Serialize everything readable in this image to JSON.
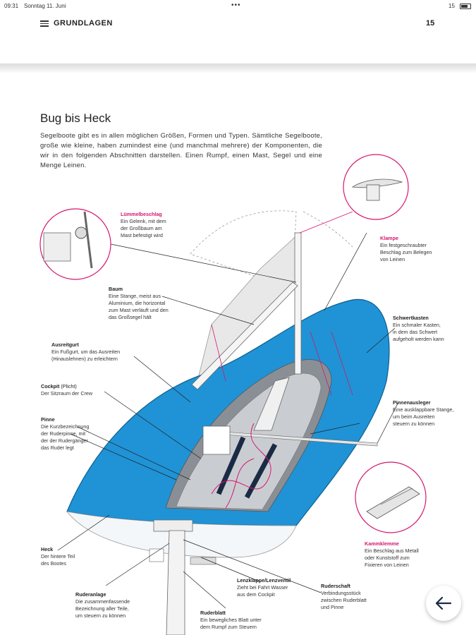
{
  "status": {
    "time": "09:31",
    "date": "Sonntag 11. Juni",
    "dots": "•••",
    "battery": "15"
  },
  "header": {
    "chapter": "GRUNDLAGEN",
    "page": "15"
  },
  "section": {
    "title": "Bug bis Heck",
    "intro": "Segelboote gibt es in allen möglichen Größen, Formen und Typen. Sämtliche Segelboote, große wie kleine, haben zumindest eine (und manchmal mehrere) der Komponenten, die wir in den folgenden Abschnitten darstellen. Einen Rumpf, einen Mast, Segel und eine Menge Leinen."
  },
  "colors": {
    "hull_blue": "#1f93d6",
    "accent_pink": "#d6176e"
  },
  "labels": {
    "luemmel": {
      "title": "Lümmelbeschlag",
      "desc": [
        "Ein Gelenk, mit dem",
        "der Großbaum am",
        "Mast befestigt wird"
      ]
    },
    "baum": {
      "title": "Baum",
      "desc": [
        "Eine Stange, meist aus",
        "Aluminium, die horizontal",
        "zum Mast verläuft und den",
        "das Großsegel hält"
      ]
    },
    "ausreitgurt": {
      "title": "Ausreitgurt",
      "desc": [
        "Ein Fußgurt, um das Ausreiten",
        "(Hinauslehnen) zu erleichtern"
      ]
    },
    "cockpit": {
      "title": "Cockpit",
      "title_extra": "(Plicht)",
      "desc": [
        "Der Sitzraum der Crew"
      ]
    },
    "pinne": {
      "title": "Pinne",
      "desc": [
        "Die Kurzbezeichnung",
        "der Ruderpinne, mit",
        "der der Rudergänger",
        "das Ruder legt"
      ]
    },
    "heck": {
      "title": "Heck",
      "desc": [
        "Der hintere Teil",
        "des Bootes"
      ]
    },
    "ruderanlage": {
      "title": "Ruderanlage",
      "desc": [
        "Die zusammenfassende",
        "Bezeichnung aller Teile,",
        "um steuern zu können"
      ]
    },
    "ruderblatt": {
      "title": "Ruderblatt",
      "desc": [
        "Ein bewegliches Blatt unter",
        "dem Rumpf zum Steuern"
      ]
    },
    "lenzklappe": {
      "title": "Lenzklappe/Lenzventil",
      "desc": [
        "Zieht bei Fahrt Wasser",
        "aus dem Cockpit"
      ]
    },
    "ruderschaft": {
      "title": "Ruderschaft",
      "desc": [
        "Verbindungsstück",
        "zwischen Ruderblatt",
        "und Pinne"
      ]
    },
    "klampe": {
      "title": "Klampe",
      "desc": [
        "Ein festgeschraubter",
        "Beschlag zum Belegen",
        "von Leinen"
      ]
    },
    "schwertkasten": {
      "title": "Schwertkasten",
      "desc": [
        "Ein schmaler Kasten,",
        "in dem das Schwert",
        "aufgeholt werden kann"
      ]
    },
    "pinnenausleger": {
      "title": "Pinnenausleger",
      "desc": [
        "Eine ausklappbare Stange,",
        "um beim Ausreiten",
        "steuern zu können"
      ]
    },
    "kammklemme": {
      "title": "Kammklemme",
      "desc": [
        "Ein Beschlag aus Metall",
        "oder Kunststoff zum",
        "Fixieren von Leinen"
      ]
    }
  },
  "icons": {
    "back": "arrow-left-icon",
    "menu": "book-menu-icon"
  }
}
